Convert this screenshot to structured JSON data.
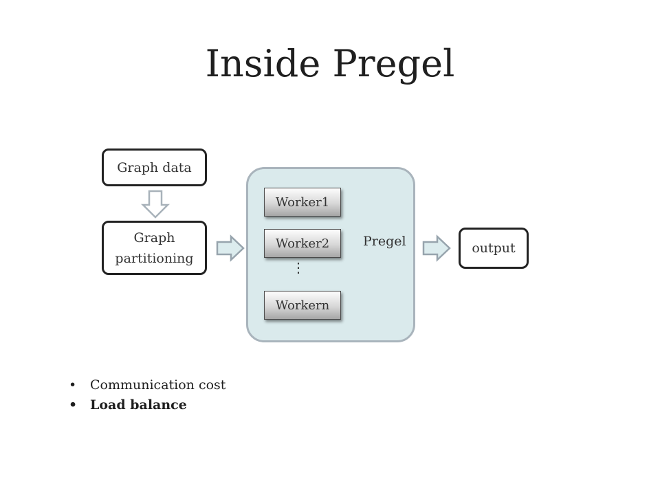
{
  "title": "Inside Pregel",
  "diagram": {
    "graph_data_label": "Graph data",
    "graph_partitioning_line1": "Graph",
    "graph_partitioning_line2": "partitioning",
    "workers": [
      "Worker1",
      "Worker2",
      "Workern"
    ],
    "ellipsis": "⋮",
    "pregel_label": "Pregel",
    "output_label": "output"
  },
  "bullets": [
    "Communication cost",
    "Load balance"
  ],
  "colors": {
    "container_fill": "#daeaec",
    "container_border": "#a9b4bc",
    "arrow_fill": "#dcecee",
    "arrow_stroke": "#97a4ad",
    "box_border": "#222222"
  }
}
